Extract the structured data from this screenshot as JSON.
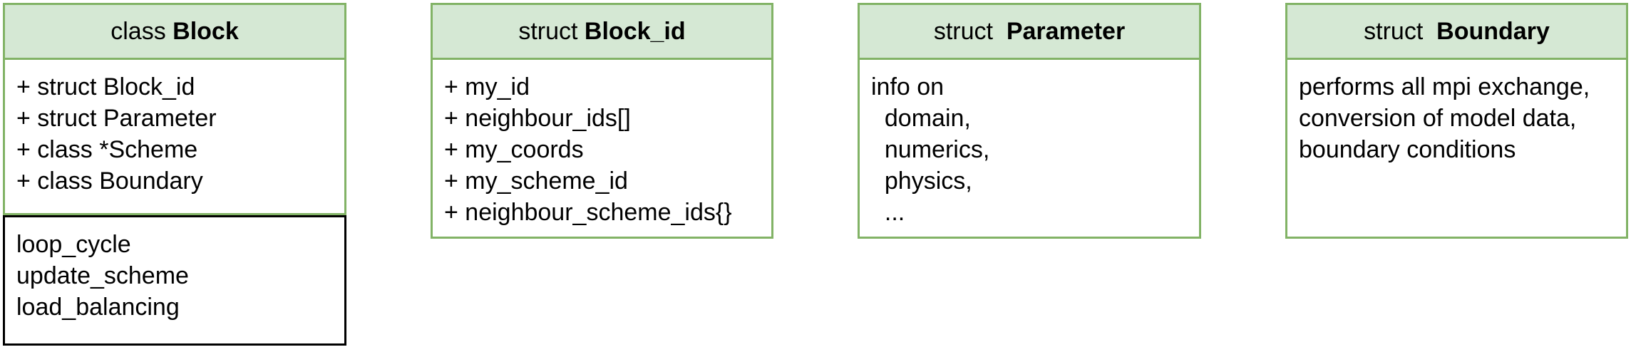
{
  "boxes": [
    {
      "keyword": "class ",
      "name": "Block",
      "members": [
        "+ struct Block_id",
        "+ struct Parameter",
        "+ class *Scheme",
        "+ class Boundary"
      ],
      "methods": [
        "loop_cycle",
        "update_scheme",
        "load_balancing"
      ]
    },
    {
      "keyword": "struct ",
      "name": "Block_id",
      "members": [
        "+ my_id",
        "+ neighbour_ids[]",
        "+ my_coords",
        "+ my_scheme_id",
        "+ neighbour_scheme_ids{}"
      ]
    },
    {
      "keyword": "struct  ",
      "name": "Parameter",
      "members": [
        "info on",
        "  domain,",
        "  numerics,",
        "  physics,",
        "  ..."
      ]
    },
    {
      "keyword": "struct  ",
      "name": "Boundary",
      "members": [
        "performs all mpi exchange,",
        "conversion of model data,",
        "boundary conditions"
      ]
    }
  ],
  "colors": {
    "header_fill": "#d5e8d4",
    "border_green": "#82b366",
    "border_black": "#000000"
  }
}
